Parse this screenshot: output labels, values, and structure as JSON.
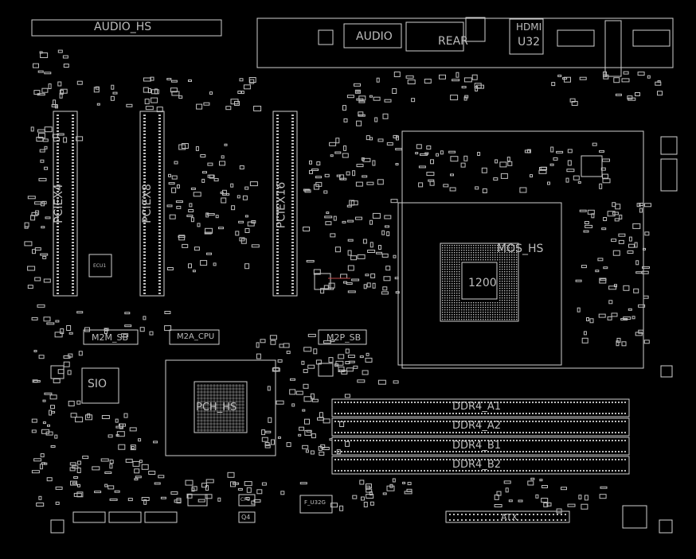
{
  "labels": {
    "audio_hs": "AUDIO_HS",
    "audio": "AUDIO",
    "rear": "REAR",
    "hdmi": "HDMI",
    "u32": "U32",
    "pciex4": "PCIEX4",
    "pciex8": "PCIEX8",
    "pciex16": "PCIEX16",
    "mos_hs": "MOS_HS",
    "cpu": "1200",
    "m2m_sb": "M2M_SB",
    "m2a_cpu": "M2A_CPU",
    "m2p_sb": "M2P_SB",
    "sio": "SIO",
    "pch_hs": "PCH_HS",
    "ddr4_a1": "DDR4_A1",
    "ddr4_a2": "DDR4_A2",
    "ddr4_b1": "DDR4_B1",
    "ddr4_b2": "DDR4_B2",
    "atx": "ATX",
    "cpu_fan": "CPU",
    "q4": "Q4",
    "f_u32g": "F_U32G",
    "ecu1": "ECU1"
  },
  "colors": {
    "background": "#000000",
    "outline": "#d0d0d0",
    "label": "#bdbdbd",
    "accent": "#c04848"
  }
}
